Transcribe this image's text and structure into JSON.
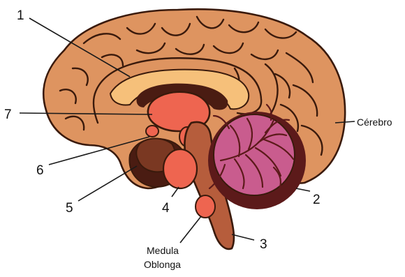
{
  "labels": {
    "one": "1",
    "two": "2",
    "three": "3",
    "four": "4",
    "five": "5",
    "six": "6",
    "seven": "7",
    "cerebro": "Cérebro",
    "medula_line1": "Medula",
    "medula_line2": "Oblonga"
  },
  "colors": {
    "cerebrum": "#de9460",
    "cerebellum": "#c95c8e",
    "cerebellum_rim": "#5c1a1a",
    "dark_brown": "#4a1c12",
    "corpus_band": "#f6c07a",
    "thalamus": "#ee6550",
    "brainstem": "#b65d3c",
    "outline": "#3a1a0c"
  }
}
